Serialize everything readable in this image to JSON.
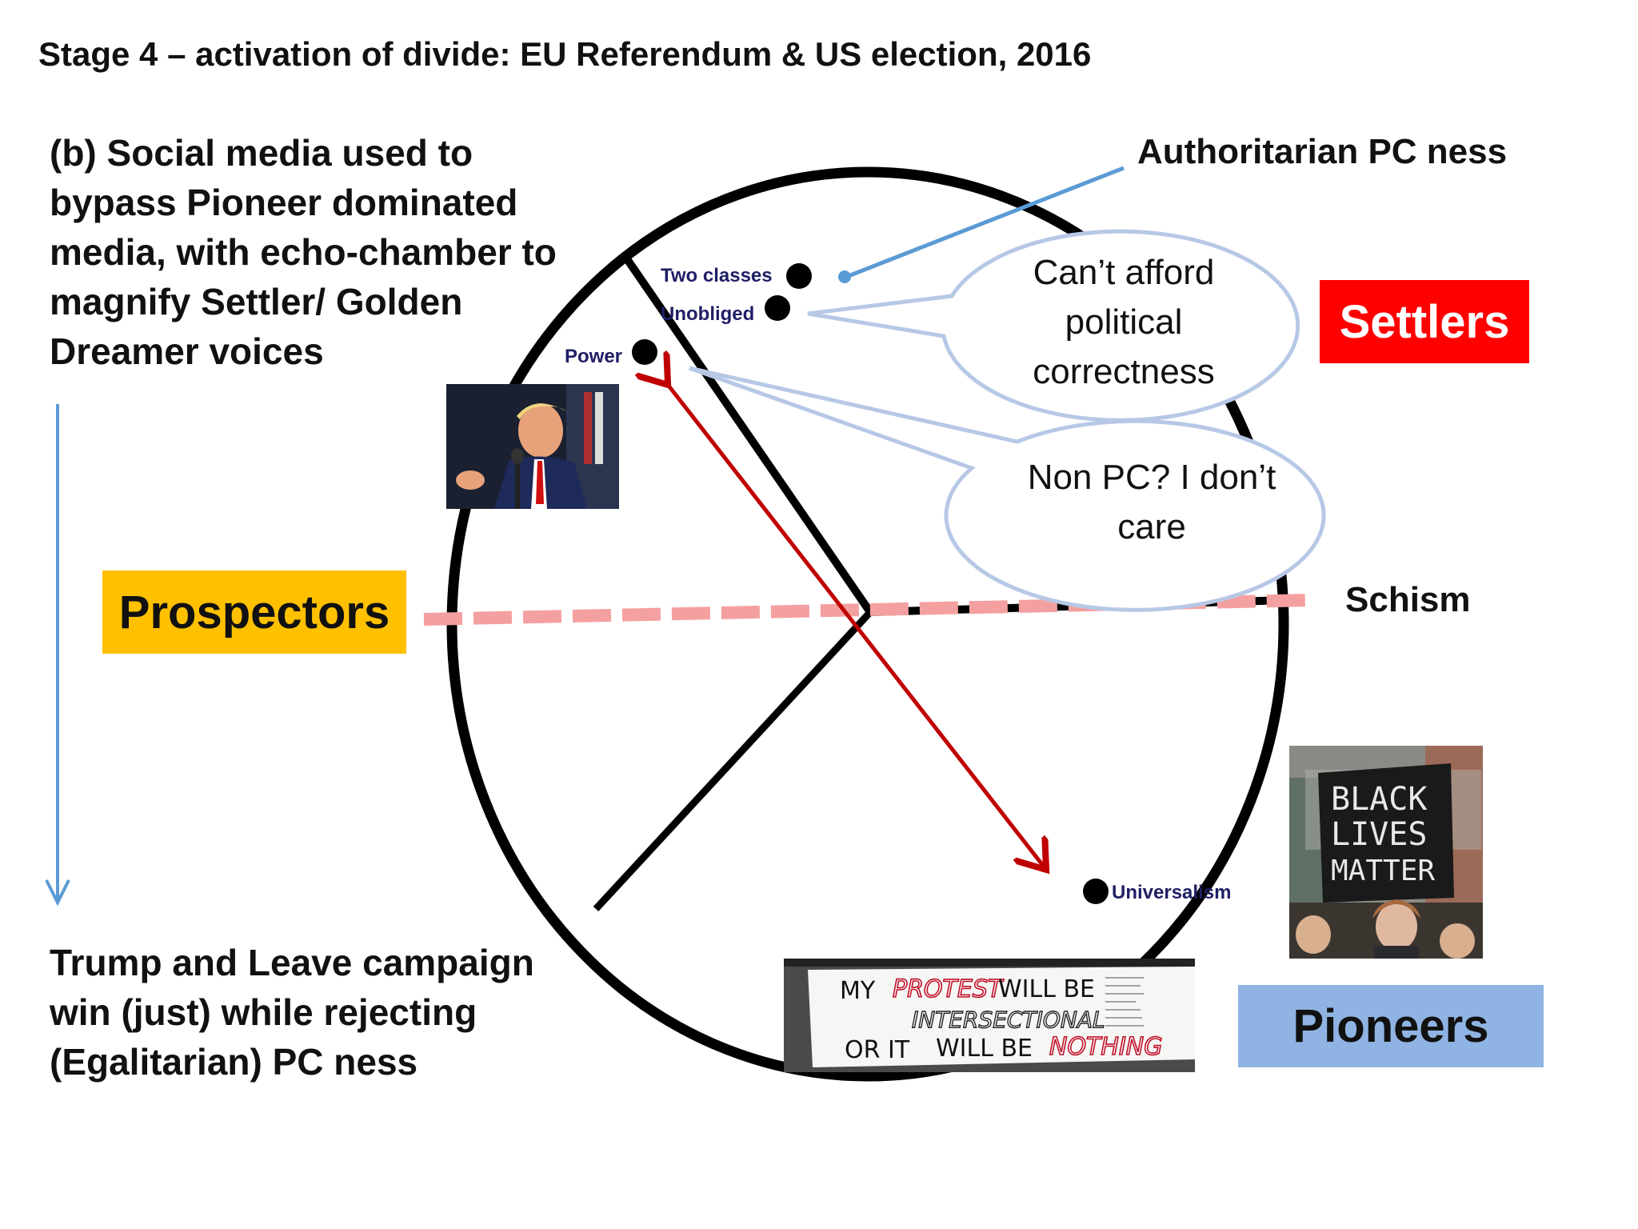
{
  "title": "Stage 4 – activation of divide: EU Referendum & US election, 2016",
  "intro_text": "(b) Social media used to bypass Pioneer dominated media, with echo-chamber to magnify Settler/ Golden Dreamer voices",
  "outro_text": "Trump and Leave campaign win (just) while rejecting (Egalitarian) PC ness",
  "authoritarian_label": "Authoritarian PC ness",
  "schism_label": "Schism",
  "groups": {
    "settlers": "Settlers",
    "prospectors": "Prospectors",
    "pioneers": "Pioneers"
  },
  "points": {
    "two_classes": "Two classes",
    "unobliged": "Unobliged",
    "power": "Power",
    "universalism": "Universalism"
  },
  "bubbles": {
    "first": "Can’t afford political correctness",
    "second": "Non PC? I don’t care"
  },
  "photos": {
    "protest_sign": {
      "line1a": "MY",
      "line1b": "PROTEST",
      "line1c": "WILL BE",
      "line2": "INTERSECTIONAL",
      "line3a": "OR IT",
      "line3b": "WILL BE",
      "line3c": "NOTHING"
    },
    "blm_sign": {
      "line1": "BLACK",
      "line2": "LIVES",
      "line3": "MATTER"
    }
  },
  "colors": {
    "settlers": "#ff0000",
    "prospectors": "#ffc000",
    "pioneers": "#8fb4e3",
    "arrow": "#c00000",
    "schism": "#f4a0a0",
    "pointer_line": "#5b9bd5"
  }
}
